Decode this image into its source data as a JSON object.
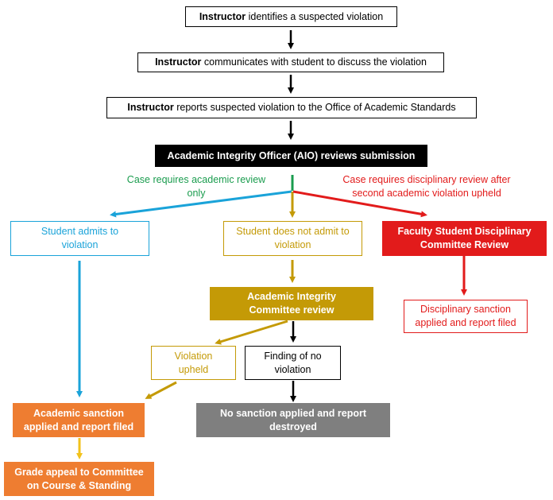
{
  "colors": {
    "black": "#000000",
    "blue": "#1aa3d9",
    "gold": "#c49a06",
    "red": "#e21b1b",
    "green": "#1a9c4e",
    "orange": "#ee7d31",
    "yellow": "#f2c21b",
    "gray": "#7f7f7f"
  },
  "steps": {
    "identify": {
      "bold": "Instructor",
      "rest": " identifies a suspected violation"
    },
    "communicate": {
      "bold": "Instructor",
      "rest": " communicates with student to discuss the violation"
    },
    "report": {
      "bold": "Instructor",
      "rest": " reports suspected violation to the Office of Academic Standards"
    },
    "aio": {
      "text": "Academic Integrity Officer (AIO) reviews submission"
    }
  },
  "branch_labels": {
    "academic_review": {
      "line1": "Case requires academic review",
      "line2": "only"
    },
    "disciplinary_review": {
      "line1": "Case requires disciplinary review after",
      "line2": "second academic violation upheld"
    }
  },
  "outcomes": {
    "student_admits": {
      "line1": "Student admits to",
      "line2": "violation"
    },
    "student_not_admit": {
      "line1": "Student does not admit to",
      "line2": "violation"
    },
    "faculty_committee": {
      "line1": "Faculty Student Disciplinary",
      "line2": "Committee Review"
    },
    "aic_review": {
      "line1": "Academic Integrity",
      "line2": "Committee review"
    },
    "disciplinary_sanction": {
      "line1": "Disciplinary sanction",
      "line2": "applied and report filed"
    },
    "violation_upheld": {
      "line1": "Violation",
      "line2": "upheld"
    },
    "finding_no_violation": {
      "line1": "Finding of no",
      "line2": "violation"
    },
    "academic_sanction": {
      "line1": "Academic sanction",
      "line2": "applied and report filed"
    },
    "no_sanction": {
      "line1": "No sanction applied and report",
      "line2": "destroyed"
    },
    "grade_appeal": {
      "line1": "Grade appeal to Committee",
      "line2": "on Course & Standing"
    }
  }
}
